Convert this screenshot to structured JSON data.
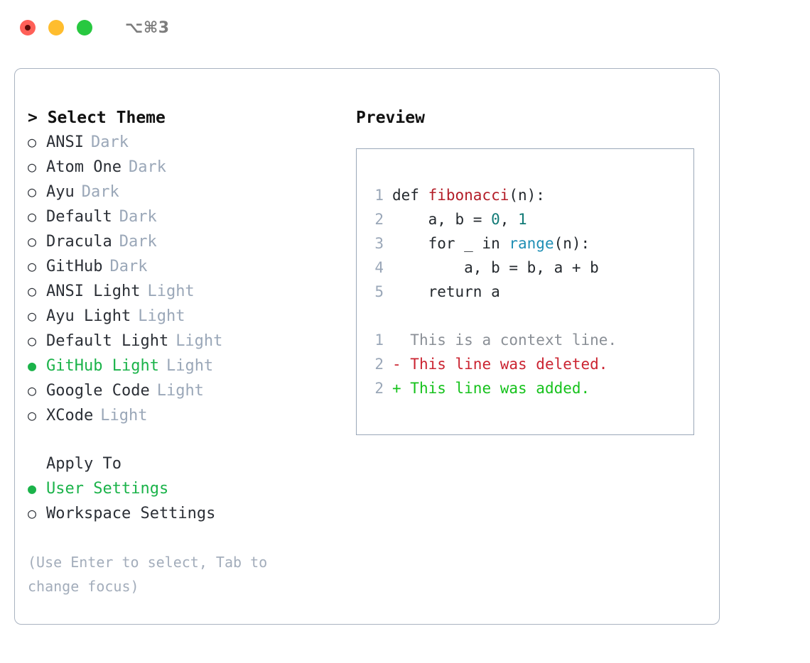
{
  "titlebar": {
    "shortcut": "⌥⌘3",
    "buttons": [
      {
        "name": "close",
        "color": "#ff6058"
      },
      {
        "name": "minimize",
        "color": "#ffbd2e"
      },
      {
        "name": "maximize",
        "color": "#28c840"
      }
    ]
  },
  "theme_picker": {
    "header": "> Select Theme",
    "bullet_unselected": "○",
    "bullet_selected": "●",
    "items": [
      {
        "label": "ANSI",
        "badge": "Dark",
        "selected": false
      },
      {
        "label": "Atom One",
        "badge": "Dark",
        "selected": false
      },
      {
        "label": "Ayu",
        "badge": "Dark",
        "selected": false
      },
      {
        "label": "Default",
        "badge": "Dark",
        "selected": false
      },
      {
        "label": "Dracula",
        "badge": "Dark",
        "selected": false
      },
      {
        "label": "GitHub",
        "badge": "Dark",
        "selected": false
      },
      {
        "label": "ANSI Light",
        "badge": "Light",
        "selected": false
      },
      {
        "label": "Ayu Light",
        "badge": "Light",
        "selected": false
      },
      {
        "label": "Default Light",
        "badge": "Light",
        "selected": false
      },
      {
        "label": "GitHub Light",
        "badge": "Light",
        "selected": true
      },
      {
        "label": "Google Code",
        "badge": "Light",
        "selected": false
      },
      {
        "label": "XCode",
        "badge": "Light",
        "selected": false
      }
    ]
  },
  "apply_to": {
    "header": "Apply To",
    "items": [
      {
        "label": "User Settings",
        "selected": true
      },
      {
        "label": "Workspace Settings",
        "selected": false
      }
    ]
  },
  "hint": "(Use Enter to select, Tab to change focus)",
  "preview": {
    "header": "Preview",
    "code": [
      {
        "num": "1",
        "tokens": [
          {
            "t": "def ",
            "c": "plain"
          },
          {
            "t": "fibonacci",
            "c": "func"
          },
          {
            "t": "(n):",
            "c": "plain"
          }
        ]
      },
      {
        "num": "2",
        "tokens": [
          {
            "t": "    a, b = ",
            "c": "plain"
          },
          {
            "t": "0",
            "c": "num"
          },
          {
            "t": ", ",
            "c": "plain"
          },
          {
            "t": "1",
            "c": "num"
          }
        ]
      },
      {
        "num": "3",
        "tokens": [
          {
            "t": "    for _ in ",
            "c": "plain"
          },
          {
            "t": "range",
            "c": "call"
          },
          {
            "t": "(n):",
            "c": "plain"
          }
        ]
      },
      {
        "num": "4",
        "tokens": [
          {
            "t": "        a, b = b, a + b",
            "c": "plain"
          }
        ]
      },
      {
        "num": "5",
        "tokens": [
          {
            "t": "    return a",
            "c": "plain"
          }
        ]
      }
    ],
    "diff": [
      {
        "num": "1",
        "marker": "  ",
        "text": "This is a context line.",
        "kind": "ctx"
      },
      {
        "num": "2",
        "marker": "- ",
        "text": "This line was deleted.",
        "kind": "del"
      },
      {
        "num": "2",
        "marker": "+ ",
        "text": "This line was added.",
        "kind": "add"
      }
    ]
  },
  "colors": {
    "accent_green": "#1bb34a",
    "badge_gray": "#9aa7b8",
    "border": "#a9b3c1",
    "diff_add": "#16c21c",
    "diff_del": "#cb2431",
    "func_red": "#b31d28",
    "num_teal": "#117a76",
    "call_blue": "#1f8fb5"
  }
}
